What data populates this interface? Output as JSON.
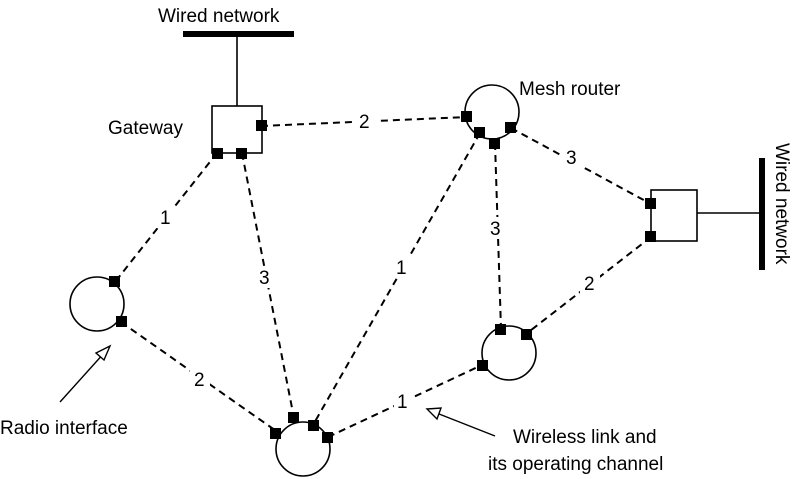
{
  "labels": {
    "wired_network_top": "Wired network",
    "wired_network_right": "Wired network",
    "gateway": "Gateway",
    "mesh_router": "Mesh router",
    "radio_interface": "Radio interface",
    "wireless_link_line1": "Wireless link and",
    "wireless_link_line2": "its operating channel"
  },
  "links": [
    {
      "from": "gateway",
      "to": "mesh-router-top",
      "channel": "2"
    },
    {
      "from": "mesh-router-top",
      "to": "gateway-right",
      "channel": "3"
    },
    {
      "from": "gateway",
      "to": "node-left",
      "channel": "1"
    },
    {
      "from": "gateway",
      "to": "node-bottom",
      "channel": "3"
    },
    {
      "from": "mesh-router-top",
      "to": "node-bottom",
      "channel": "1"
    },
    {
      "from": "mesh-router-top",
      "to": "node-lower-right",
      "channel": "3"
    },
    {
      "from": "gateway-right",
      "to": "node-lower-right",
      "channel": "2"
    },
    {
      "from": "node-left",
      "to": "node-bottom",
      "channel": "2"
    },
    {
      "from": "node-bottom",
      "to": "node-lower-right",
      "channel": "1"
    }
  ]
}
